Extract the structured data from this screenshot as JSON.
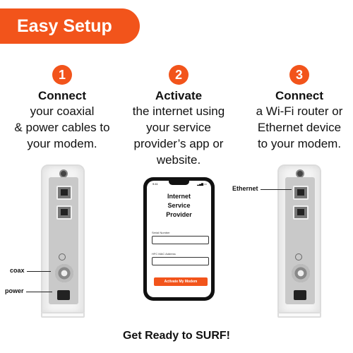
{
  "banner": {
    "text": "Easy Setup"
  },
  "steps": [
    {
      "number": "1",
      "title": "Connect",
      "lines": [
        "your coaxial",
        "& power cables to",
        "your modem."
      ]
    },
    {
      "number": "2",
      "title": "Activate",
      "lines": [
        "the internet using",
        "your service",
        "provider’s app or",
        "website."
      ]
    },
    {
      "number": "3",
      "title": "Connect",
      "lines": [
        "a Wi-Fi router or",
        "Ethernet device",
        "to your modem."
      ]
    }
  ],
  "labels": {
    "coax": "coax",
    "power": "power",
    "ethernet": "Ethernet"
  },
  "phone": {
    "time": "9:41",
    "title_lines": [
      "Internet",
      "Service",
      "Provider"
    ],
    "serial_label": "Serial Number",
    "hfc_label": "HFC MAC Address",
    "button": "Activate My Modem"
  },
  "footer": {
    "text": "Get Ready to SURF!"
  },
  "colors": {
    "accent": "#f2541b"
  }
}
